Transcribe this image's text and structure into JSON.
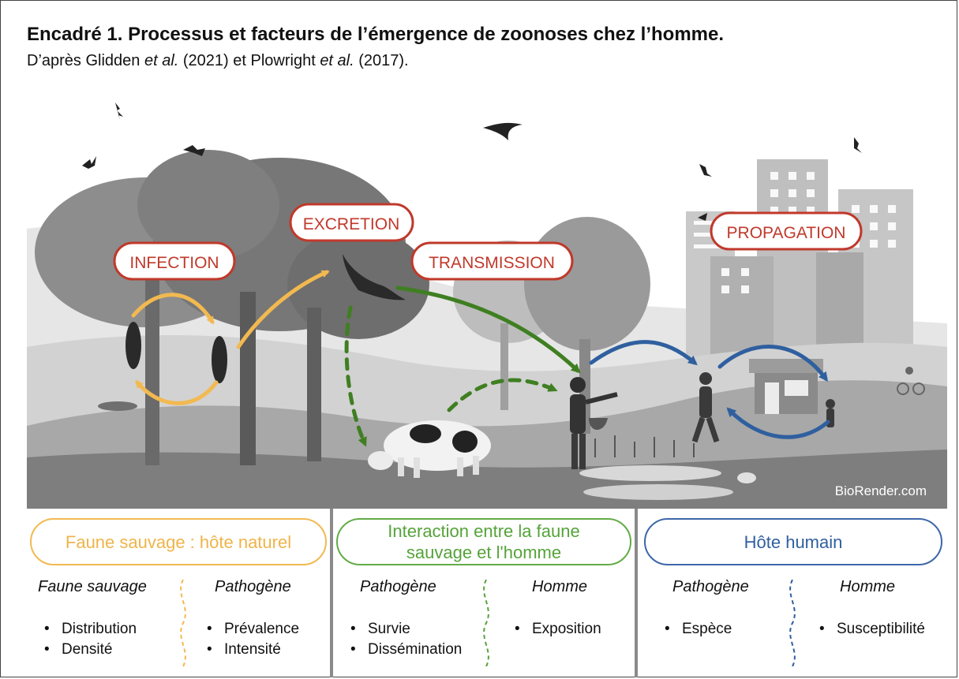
{
  "figure": {
    "title": "Encadré 1. Processus et facteurs de l’émergence de zoonoses chez l’homme.",
    "subtitle_parts": [
      "D’après Glidden ",
      "et al.",
      " (2021) et Plowright ",
      "et al.",
      " (2017)."
    ],
    "credit": "BioRender.com"
  },
  "stages": {
    "infection": "INFECTION",
    "excretion": "EXCRETION",
    "transmission": "TRANSMISSION",
    "propagation": "PROPAGATION"
  },
  "colors": {
    "stage_border": "#c0392b",
    "stage_text": "#c0392b",
    "wildlife": "#f2b950",
    "interface": "#3f7f22",
    "human": "#2f5f9f"
  },
  "panels": [
    {
      "title": "Faune sauvage : hôte naturel",
      "color": "orange",
      "left_heading": "Faune sauvage",
      "left_items": [
        "Distribution",
        "Densité"
      ],
      "right_heading": "Pathogène",
      "right_items": [
        "Prévalence",
        "Intensité"
      ]
    },
    {
      "title_lines": [
        "Interaction entre la faune",
        "sauvage et l'homme"
      ],
      "color": "green",
      "left_heading": "Pathogène",
      "left_items": [
        "Survie",
        "Dissémination"
      ],
      "right_heading": "Homme",
      "right_items": [
        "Exposition"
      ]
    },
    {
      "title": "Hôte humain",
      "color": "blue",
      "left_heading": "Pathogène",
      "left_items": [
        "Espèce"
      ],
      "right_heading": "Homme",
      "right_items": [
        "Susceptibilité"
      ]
    }
  ]
}
